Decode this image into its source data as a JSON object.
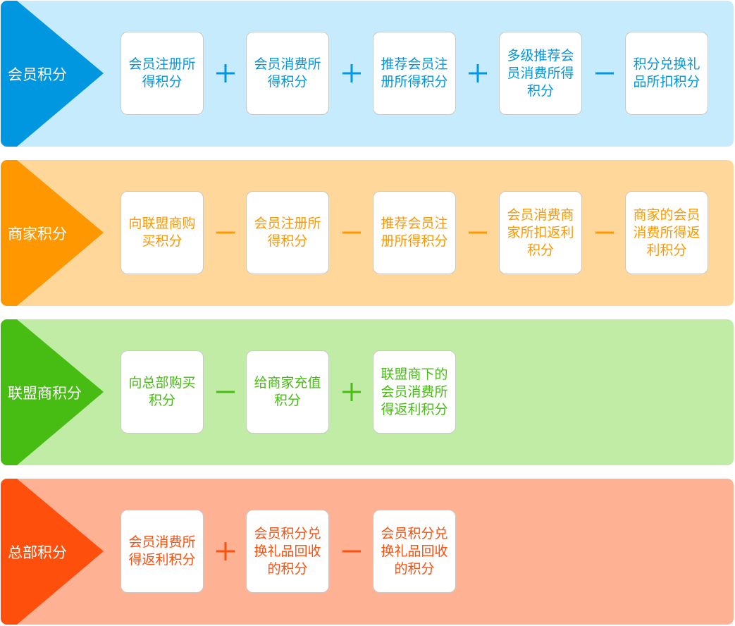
{
  "rows": [
    {
      "title": "会员积分",
      "color": "#0097e0",
      "bg": "#c5ebfd",
      "items": [
        "会员注册所得积分",
        "会员消费所得积分",
        "推荐会员注册所得积分",
        "多级推荐会员消费所得积分",
        "积分兑换礼品所扣积分"
      ],
      "ops": [
        "+",
        "+",
        "+",
        "−"
      ]
    },
    {
      "title": "商家积分",
      "color": "#ff9800",
      "bg": "#ffd79b",
      "items": [
        "向联盟商购买积分",
        "会员注册所得积分",
        "推荐会员注册所得积分",
        "会员消费商家所扣返利积分",
        "商家的会员消费所得返利积分"
      ],
      "ops": [
        "−",
        "−",
        "−",
        "−"
      ]
    },
    {
      "title": "联盟商积分",
      "color": "#47bd14",
      "bg": "#c1eca6",
      "items": [
        "向总部购买积分",
        "给商家充值积分",
        "联盟商下的会员消费所得返利积分"
      ],
      "ops": [
        "−",
        "+"
      ]
    },
    {
      "title": "总部积分",
      "color": "#ff4f0c",
      "bg": "#ffb293",
      "items": [
        "会员消费所得返利积分",
        "会员积分兑换礼品回收的积分",
        "会员积分兑换礼品回收的积分"
      ],
      "ops": [
        "+",
        "−"
      ]
    }
  ]
}
